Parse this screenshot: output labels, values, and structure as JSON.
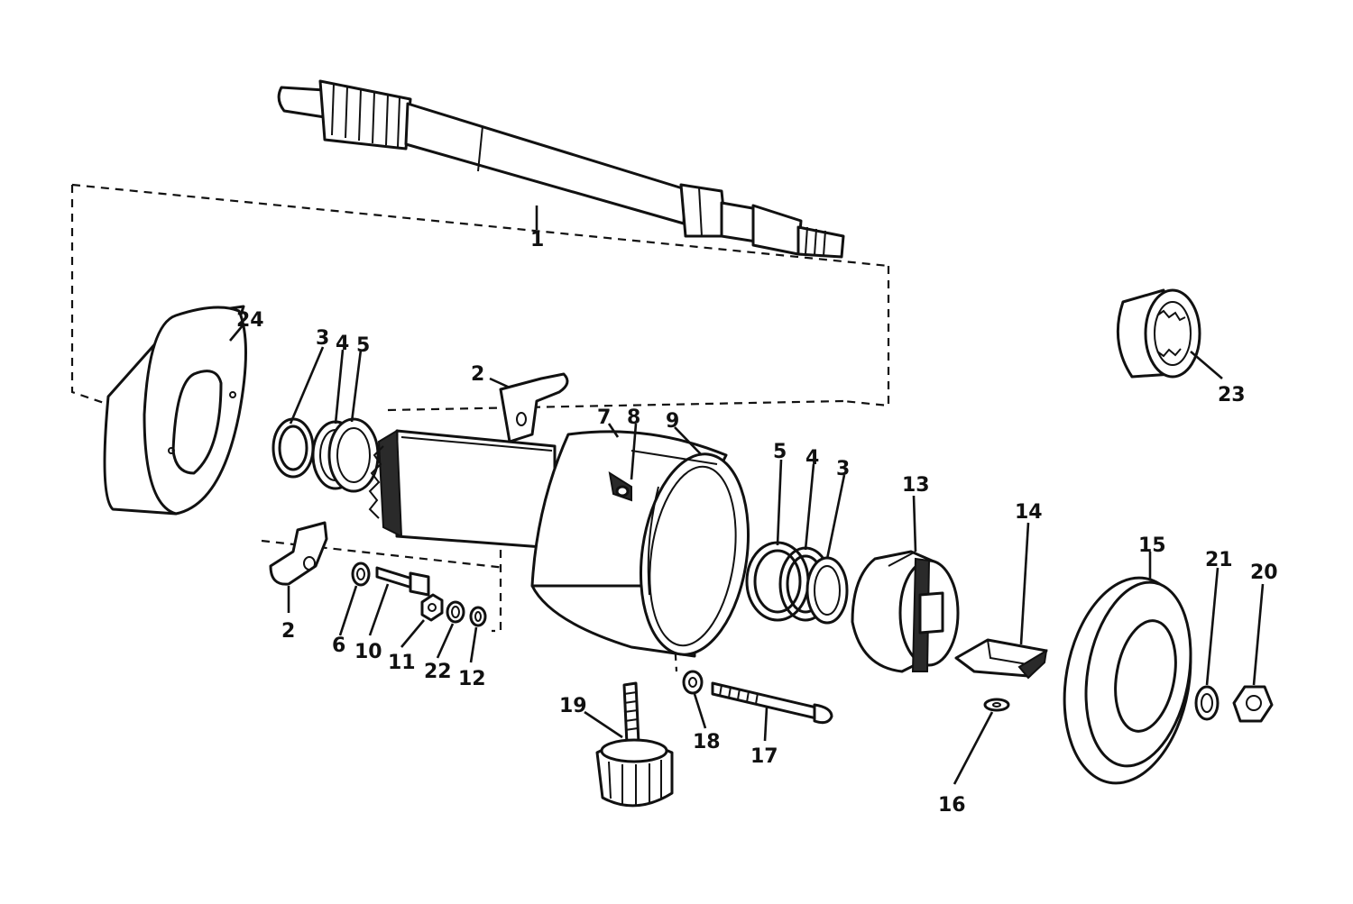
{
  "diagram": {
    "callouts": [
      {
        "id": "part-1",
        "label": "1"
      },
      {
        "id": "part-2-upper",
        "label": "2"
      },
      {
        "id": "part-2-lower",
        "label": "2"
      },
      {
        "id": "part-3-left",
        "label": "3"
      },
      {
        "id": "part-4-left",
        "label": "4"
      },
      {
        "id": "part-5-left",
        "label": "5"
      },
      {
        "id": "part-3-right",
        "label": "3"
      },
      {
        "id": "part-4-right",
        "label": "4"
      },
      {
        "id": "part-5-right",
        "label": "5"
      },
      {
        "id": "part-6",
        "label": "6"
      },
      {
        "id": "part-7",
        "label": "7"
      },
      {
        "id": "part-8",
        "label": "8"
      },
      {
        "id": "part-9",
        "label": "9"
      },
      {
        "id": "part-10",
        "label": "10"
      },
      {
        "id": "part-11",
        "label": "11"
      },
      {
        "id": "part-12",
        "label": "12"
      },
      {
        "id": "part-13",
        "label": "13"
      },
      {
        "id": "part-14",
        "label": "14"
      },
      {
        "id": "part-15",
        "label": "15"
      },
      {
        "id": "part-16",
        "label": "16"
      },
      {
        "id": "part-17",
        "label": "17"
      },
      {
        "id": "part-18",
        "label": "18"
      },
      {
        "id": "part-19",
        "label": "19"
      },
      {
        "id": "part-20",
        "label": "20"
      },
      {
        "id": "part-21",
        "label": "21"
      },
      {
        "id": "part-22",
        "label": "22"
      },
      {
        "id": "part-23",
        "label": "23"
      },
      {
        "id": "part-24",
        "label": "24"
      }
    ]
  }
}
